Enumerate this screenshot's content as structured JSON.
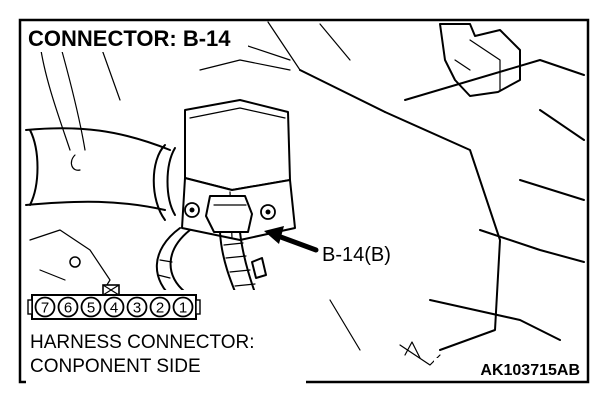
{
  "title": "CONNECTOR: B-14",
  "callout_label": "B-14(B)",
  "connector_pins": [
    "7",
    "6",
    "5",
    "4",
    "3",
    "2",
    "1"
  ],
  "caption_line1": "HARNESS CONNECTOR:",
  "caption_line2": "CONPONENT SIDE",
  "figure_code": "AK103715AB"
}
